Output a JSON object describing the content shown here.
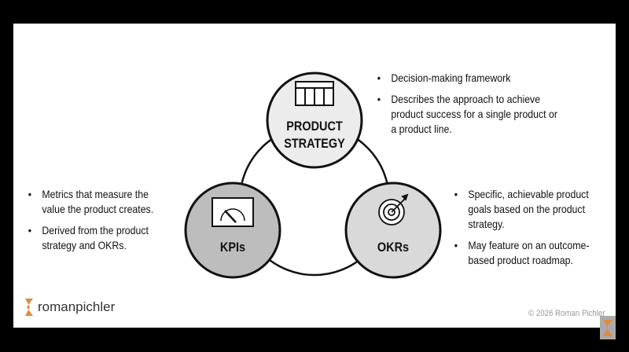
{
  "nodes": {
    "strategy": {
      "label_line1": "PRODUCT",
      "label_line2": "STRATEGY",
      "icon": "table-icon"
    },
    "kpis": {
      "label": "KPIs",
      "icon": "gauge-icon"
    },
    "okrs": {
      "label": "OKRs",
      "icon": "target-icon"
    }
  },
  "bullets": {
    "strategy": [
      "Decision-making framework",
      "Describes the approach to achieve product success for a single product or a product line."
    ],
    "kpis": [
      "Metrics that measure the value the product creates.",
      "Derived from the product strategy and OKRs."
    ],
    "okrs": [
      "Specific, achievable product goals based on the product strategy.",
      "May feature on an outcome-based product roadmap."
    ]
  },
  "footer": {
    "brand": "romanpichler",
    "copyright": "© 2026 Roman Pichler"
  },
  "colors": {
    "strategy_fill": "#ececec",
    "kpis_fill": "#bdbdbd",
    "okrs_fill": "#d9d9d9",
    "brand": "#e08a3c"
  }
}
